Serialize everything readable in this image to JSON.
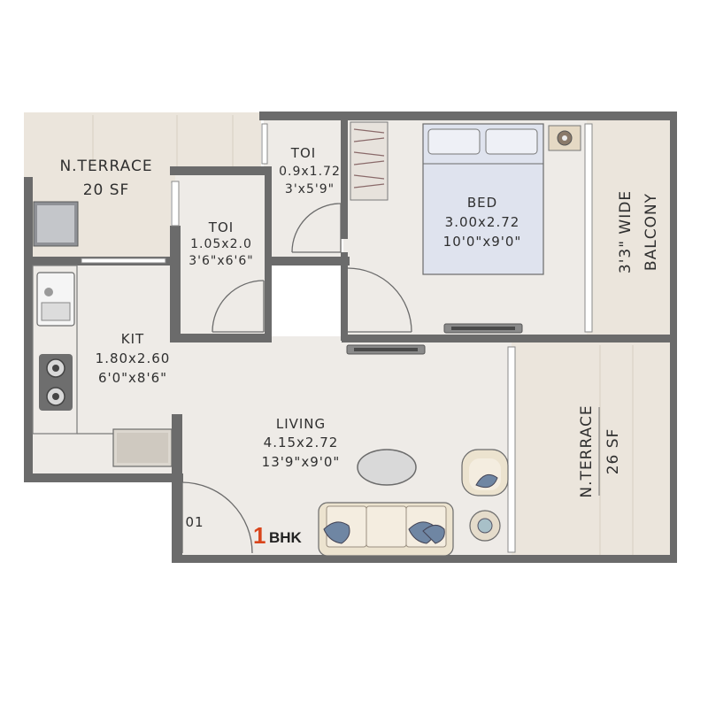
{
  "rooms": {
    "n_terrace_top": {
      "name": "N.TERRACE",
      "area": "20 SF"
    },
    "toi_upper": {
      "name": "TOI",
      "metric": "0.9x1.72",
      "imperial": "3'x5'9\""
    },
    "toi_lower": {
      "name": "TOI",
      "metric": "1.05x2.0",
      "imperial": "3'6\"x6'6\""
    },
    "bed": {
      "name": "BED",
      "metric": "3.00x2.72",
      "imperial": "10'0\"x9'0\""
    },
    "balcony": {
      "line1": "3'3\" WIDE",
      "line2": "BALCONY"
    },
    "kit": {
      "name": "KIT",
      "metric": "1.80x2.60",
      "imperial": "6'0\"x8'6\""
    },
    "living": {
      "name": "LIVING",
      "metric": "4.15x2.72",
      "imperial": "13'9\"x9'0\""
    },
    "n_terrace_right": {
      "name": "N.TERRACE",
      "area": "26 SF"
    }
  },
  "unit_number": "01",
  "unit_type": {
    "number": "1",
    "suffix": "BHK"
  },
  "colors": {
    "wall": "#6b6b6b",
    "floor": "#eeebe7",
    "terrace_floor": "#ebe5dc",
    "accent": "#d9451c",
    "bed_blue": "#dfe3ee",
    "cushion": "#6f86a3",
    "sofa": "#ece3cf"
  }
}
